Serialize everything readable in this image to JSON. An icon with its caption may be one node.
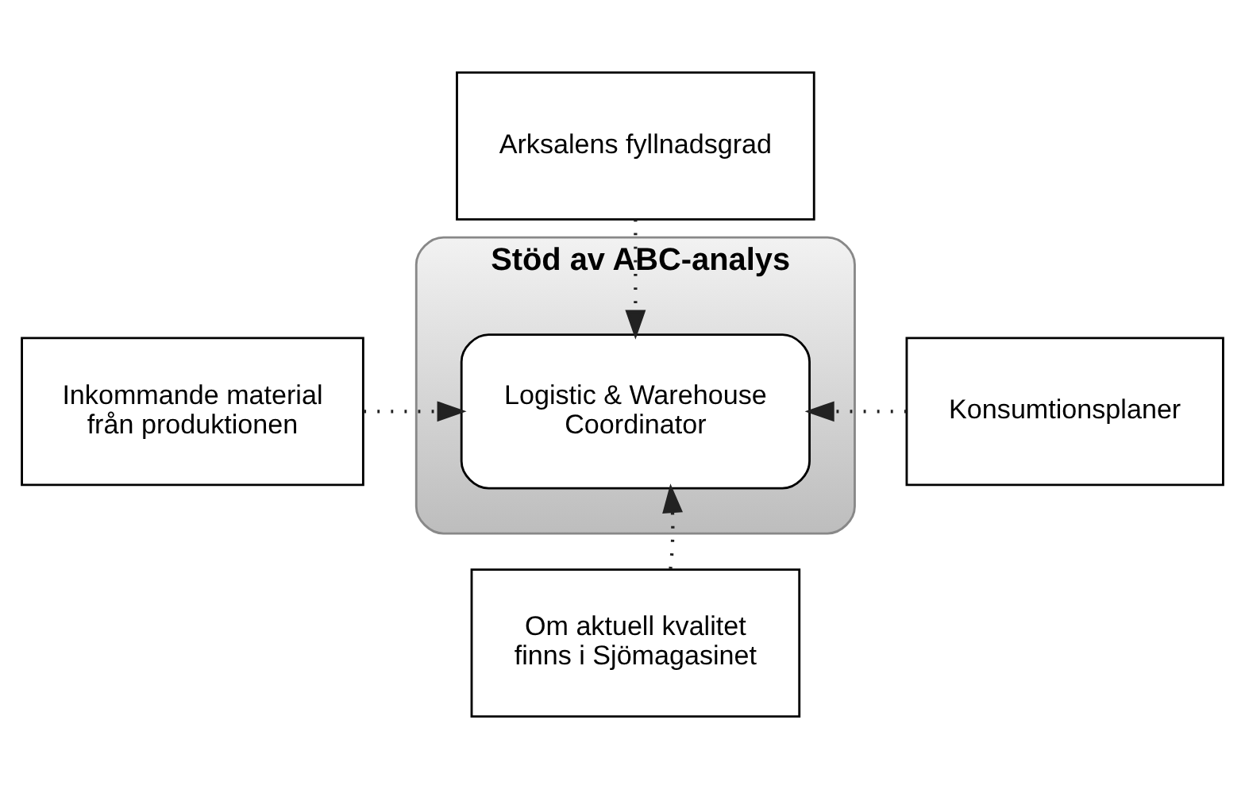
{
  "diagram": {
    "nodes": [
      {
        "text": [
          "Stöd av ABC-analys"
        ]
      },
      {
        "text": [
          "Logistic & Warehouse Coordinator"
        ],
        "in": 0
      },
      {
        "text": [
          "Arksalens fyllnadsgrad"
        ]
      },
      {
        "text": [
          "Inkommande material från produktionen"
        ]
      },
      {
        "text": [
          "Konsumtionsplaner"
        ]
      },
      {
        "text": [
          "Om aktuell kvalitet finns i Sjömagasinet"
        ]
      }
    ],
    "edges": [
      {
        "from": 2,
        "to": 1,
        "arrow": "to",
        "style": "dashed"
      },
      {
        "from": 3,
        "to": 1,
        "arrow": "to",
        "style": "dashed"
      },
      {
        "from": 4,
        "to": 1,
        "arrow": "to",
        "style": "dashed"
      },
      {
        "from": 5,
        "to": 1,
        "arrow": "to",
        "style": "dashed"
      }
    ]
  }
}
